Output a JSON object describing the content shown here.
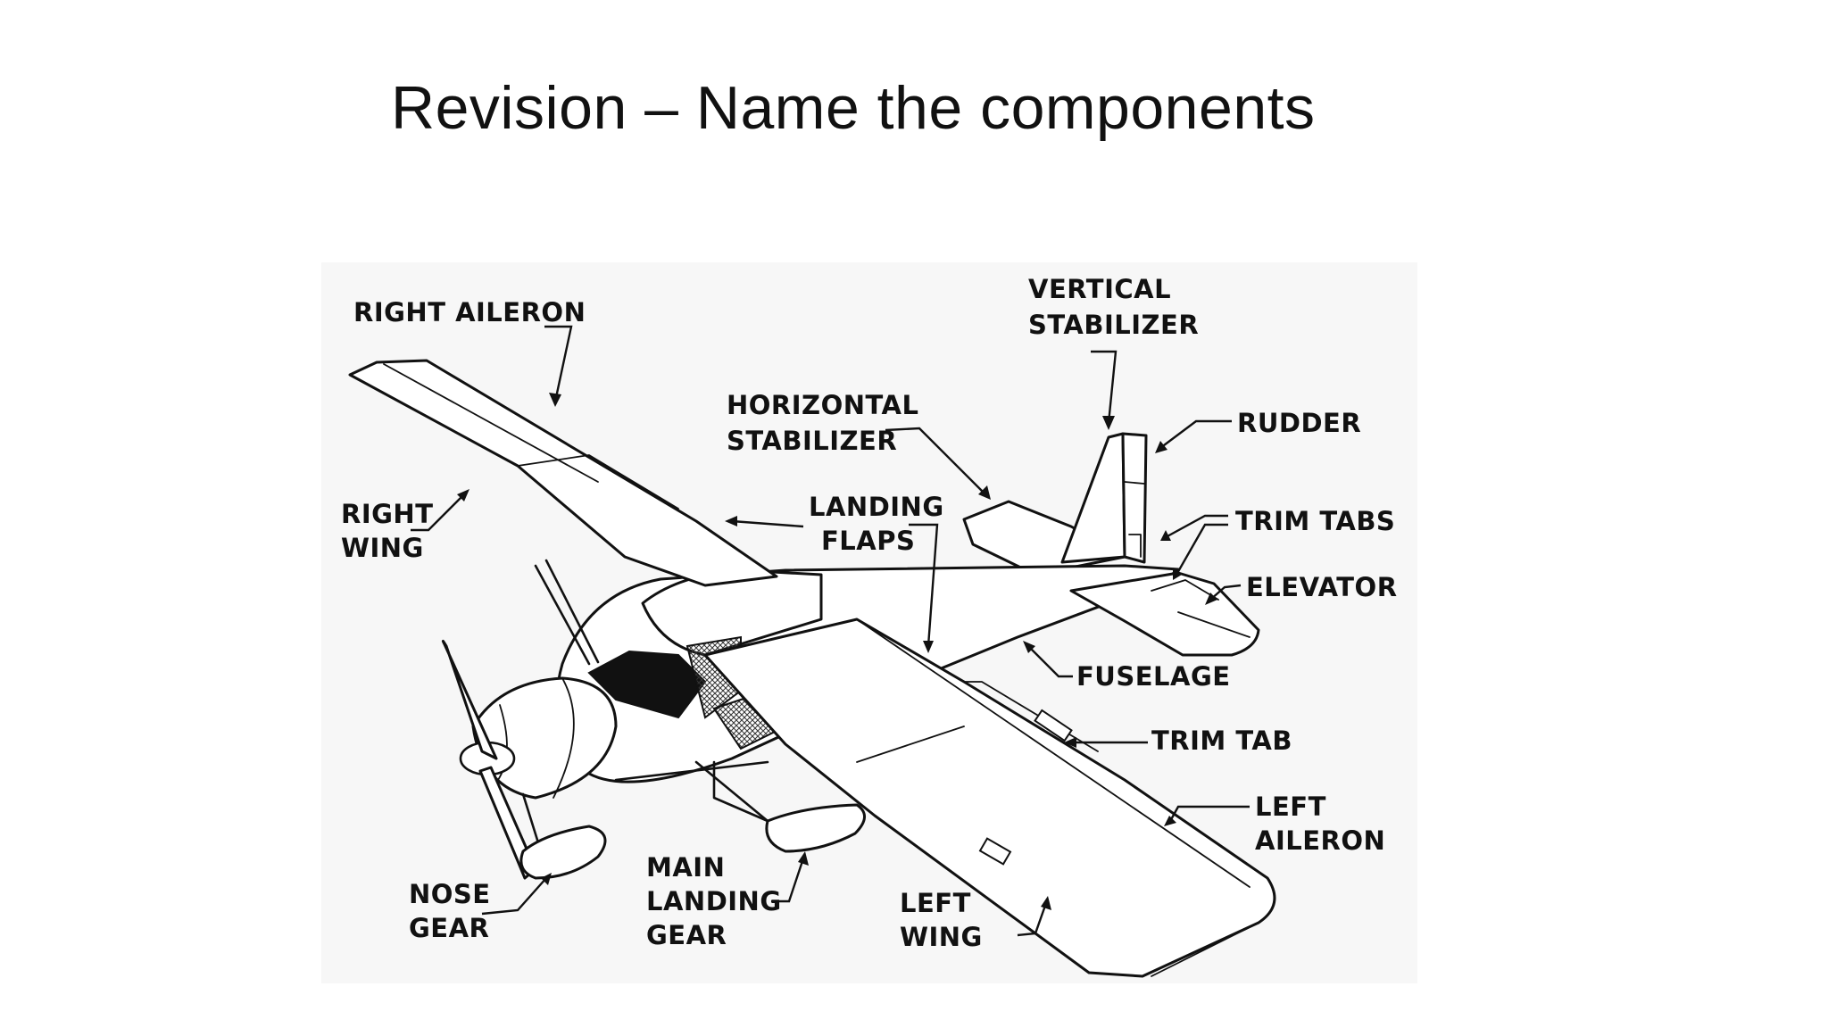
{
  "slide": {
    "title": "Revision – Name the components"
  },
  "diagram": {
    "labels": {
      "right_aileron": "RIGHT AILERON",
      "vertical_stabilizer_1": "VERTICAL",
      "vertical_stabilizer_2": "STABILIZER",
      "horizontal_stabilizer_1": "HORIZONTAL",
      "horizontal_stabilizer_2": "STABILIZER",
      "rudder": "RUDDER",
      "right_wing_1": "RIGHT",
      "right_wing_2": "WING",
      "landing_flaps_1": "LANDING",
      "landing_flaps_2": "FLAPS",
      "trim_tabs": "TRIM TABS",
      "elevator": "ELEVATOR",
      "fuselage": "FUSELAGE",
      "trim_tab": "TRIM TAB",
      "left_aileron_1": "LEFT",
      "left_aileron_2": "AILERON",
      "main_landing_gear_1": "MAIN",
      "main_landing_gear_2": "LANDING",
      "main_landing_gear_3": "GEAR",
      "nose_gear_1": "NOSE",
      "nose_gear_2": "GEAR",
      "left_wing_1": "LEFT",
      "left_wing_2": "WING"
    }
  }
}
